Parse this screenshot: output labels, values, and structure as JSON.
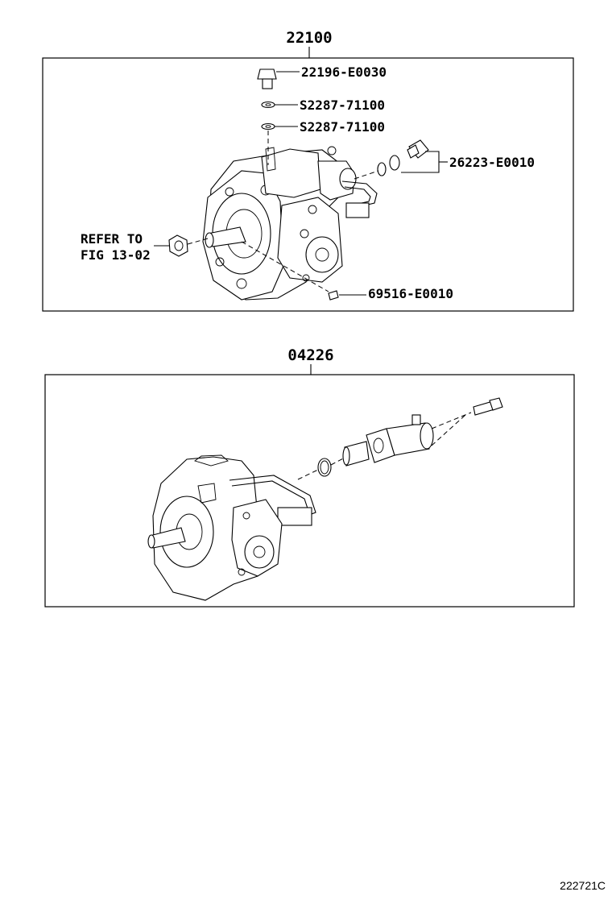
{
  "groups": [
    {
      "number": "22100",
      "parts": [
        "22196-E0030",
        "S2287-71100",
        "S2287-71100",
        "26223-E0010",
        "69516-E0010"
      ],
      "reference": [
        "REFER TO",
        "FIG 13-02"
      ]
    },
    {
      "number": "04226"
    }
  ],
  "catalog_id": "222721C"
}
